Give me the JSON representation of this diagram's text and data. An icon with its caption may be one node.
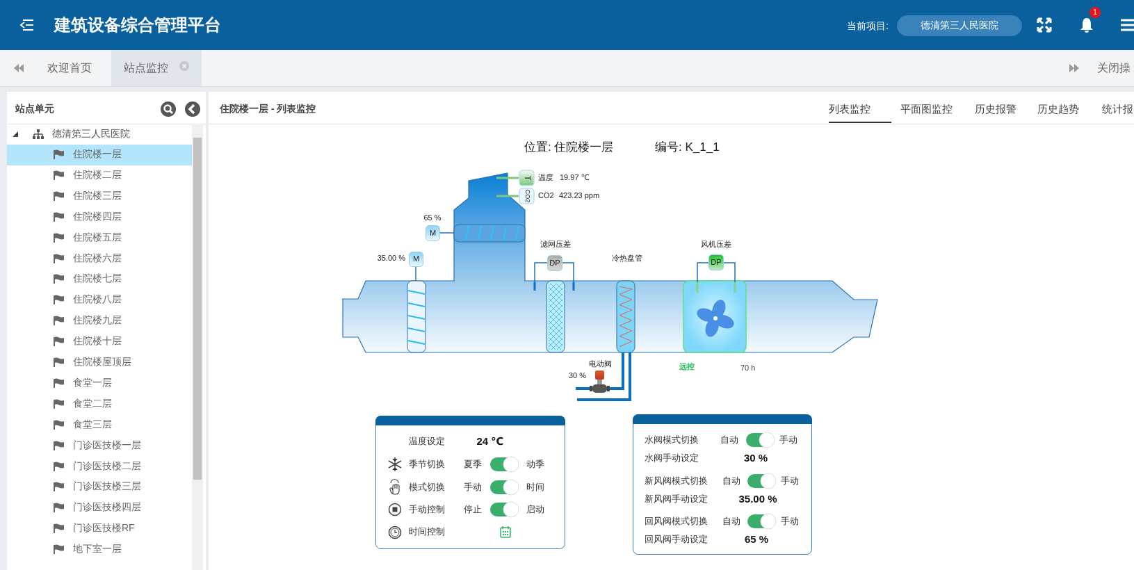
{
  "diagram": {
    "title": "建筑设备综合管理平台",
    "labels": [
      "当前项目:",
      "德清第三人民医院",
      "1",
      "欢迎首页",
      "站点监控",
      "关闭操",
      "站点单元",
      "德清第三人民医院",
      "住院楼一层",
      "住院楼二层",
      "住院楼三层",
      "住院楼四层",
      "住院楼五层",
      "住院楼六层",
      "住院楼七层",
      "住院楼八层",
      "住院楼九层",
      "住院楼十层",
      "住院楼屋顶层",
      "食堂一层",
      "食堂二层",
      "食堂三层",
      "门诊医技楼一层",
      "门诊医技楼二层",
      "门诊医技楼三层",
      "门诊医技楼四层",
      "门诊医技楼RF",
      "地下室一层",
      "住院楼一层 - 列表监控",
      "列表监控",
      "平面图监控",
      "历史报警",
      "历史趋势",
      "统计报",
      "位置: 住院楼一层",
      "编号: K_1_1",
      "温度",
      "19.97 ℃",
      "T",
      "CO2",
      "CO2",
      "423.23 ppm",
      "65 %",
      "M",
      "35.00 %",
      "M",
      "滤网压差",
      "DP",
      "冷热盘管",
      "风机压差",
      "DP",
      "电动阀",
      "30 %",
      "远控",
      "70 h",
      "温度设定",
      "24 ℃",
      "季节切换",
      "夏季",
      "动季",
      "模式切换",
      "手动",
      "时间",
      "手动控制",
      "停止",
      "启动",
      "时间控制",
      "水阀模式切换",
      "自动",
      "手动",
      "水阀手动设定",
      "30 %",
      "新风阀模式切换",
      "自动",
      "手动",
      "新风阀手动设定",
      "35.00 %",
      "回风阀模式切换",
      "自动",
      "手动",
      "回风阀手动设定",
      "65 %"
    ]
  }
}
